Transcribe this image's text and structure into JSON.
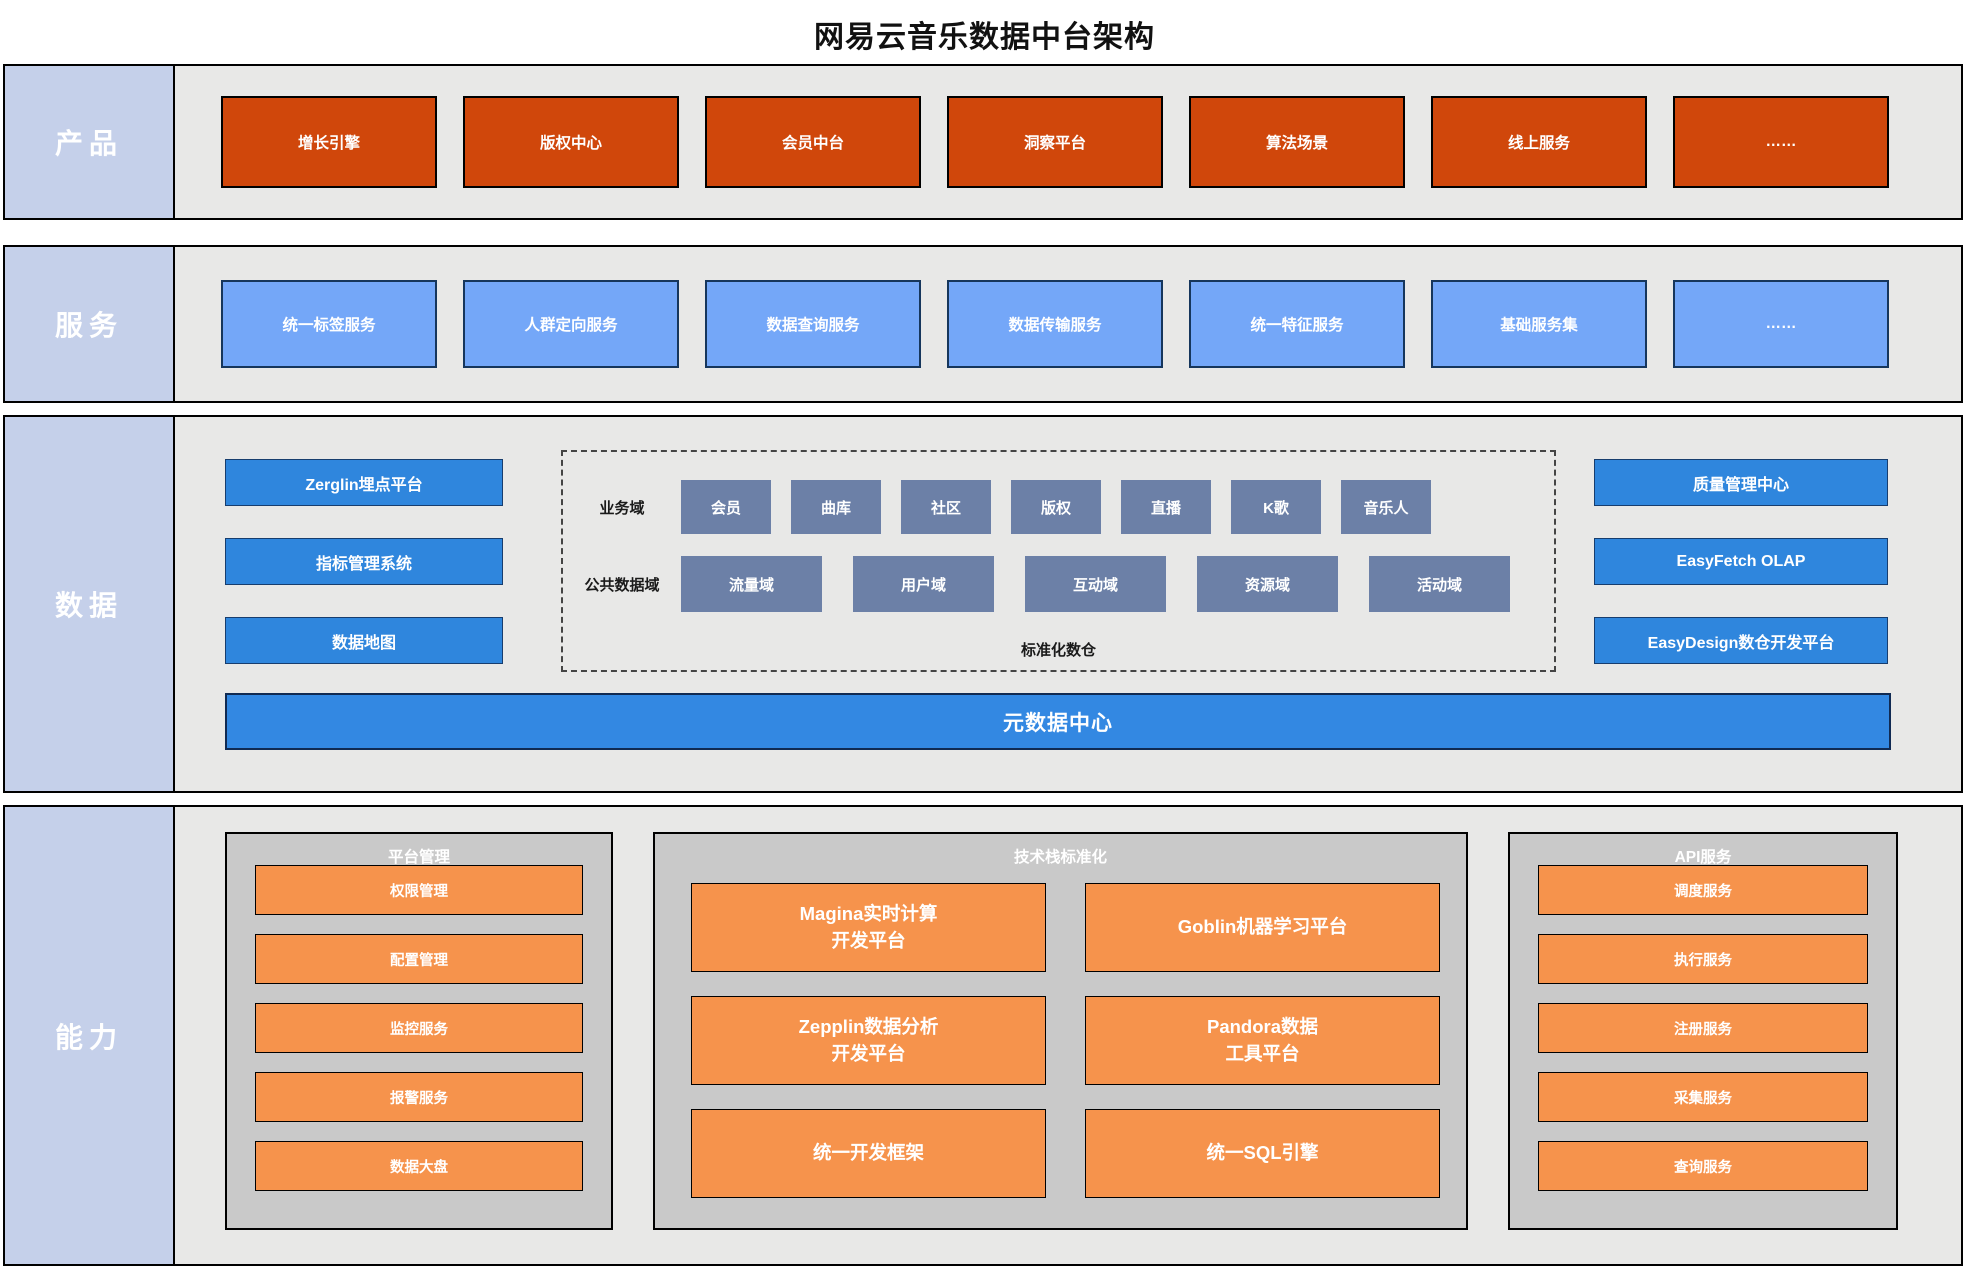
{
  "title": "网易云音乐数据中台架构",
  "colors": {
    "band_background": "#e8e8e7",
    "band_label_background": "#c5d0ea",
    "product_box": "#d0470b",
    "service_box": "#74a7f8",
    "data_tool_box": "#2f86dd",
    "domain_box": "#6c80a7",
    "metadata_bar": "#3388e2",
    "capability_panel": "#c9c9c9",
    "capability_box": "#f6934c"
  },
  "bands": {
    "product": {
      "label": "产品",
      "items": [
        "增长引擎",
        "版权中心",
        "会员中台",
        "洞察平台",
        "算法场景",
        "线上服务",
        "……"
      ]
    },
    "service": {
      "label": "服务",
      "items": [
        "统一标签服务",
        "人群定向服务",
        "数据查询服务",
        "数据传输服务",
        "统一特征服务",
        "基础服务集",
        "……"
      ]
    },
    "data": {
      "label": "数据",
      "left_tools": [
        "Zerglin埋点平台",
        "指标管理系统",
        "数据地图"
      ],
      "warehouse": {
        "business_domain_label": "业务域",
        "business_domains": [
          "会员",
          "曲库",
          "社区",
          "版权",
          "直播",
          "K歌",
          "音乐人"
        ],
        "public_domain_label": "公共数据域",
        "public_domains": [
          "流量域",
          "用户域",
          "互动域",
          "资源域",
          "活动域"
        ],
        "caption": "标准化数仓"
      },
      "right_tools": [
        "质量管理中心",
        "EasyFetch OLAP",
        "EasyDesign数仓开发平台"
      ],
      "metadata_center": "元数据中心"
    },
    "capability": {
      "label": "能力",
      "panels": [
        {
          "title": "平台管理",
          "items": [
            "权限管理",
            "配置管理",
            "监控服务",
            "报警服务",
            "数据大盘"
          ]
        },
        {
          "title": "技术栈标准化",
          "items": [
            "Magina实时计算\n开发平台",
            "Goblin机器学习平台",
            "Zepplin数据分析\n开发平台",
            "Pandora数据\n工具平台",
            "统一开发框架",
            "统一SQL引擎"
          ]
        },
        {
          "title": "API服务",
          "items": [
            "调度服务",
            "执行服务",
            "注册服务",
            "采集服务",
            "查询服务"
          ]
        }
      ]
    }
  }
}
